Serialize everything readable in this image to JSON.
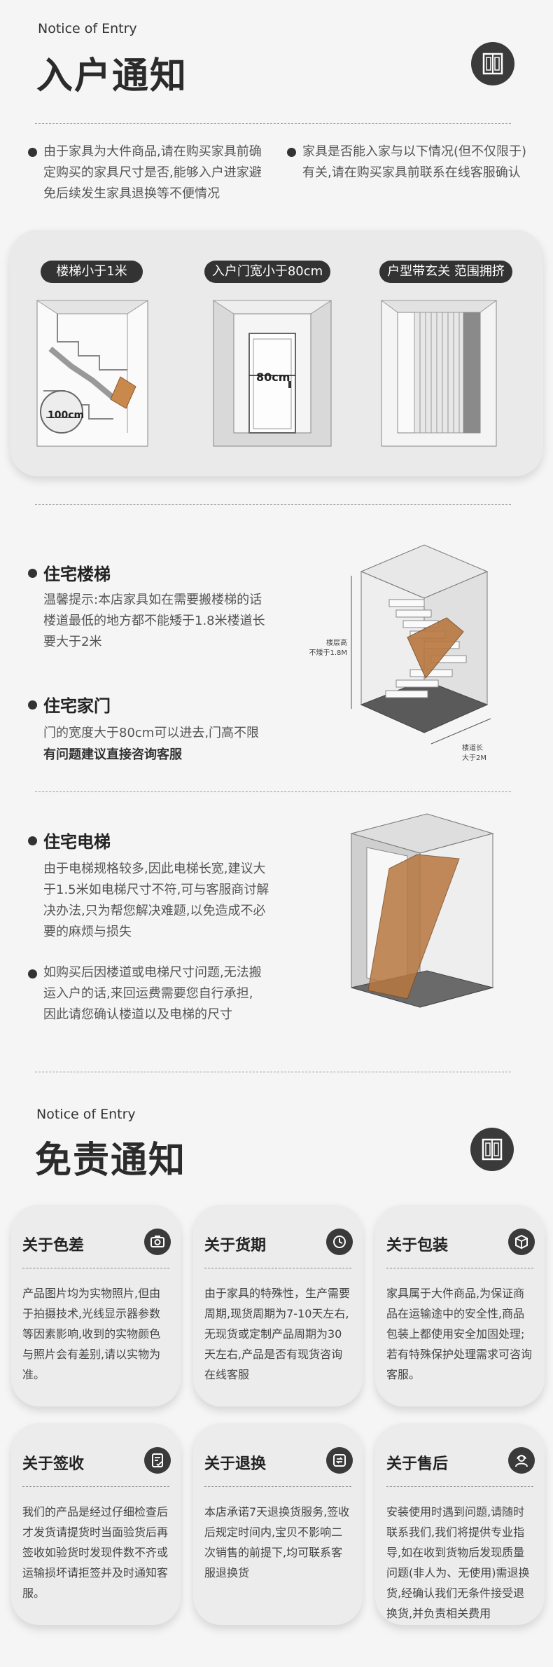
{
  "entry": {
    "eyebrow": "Notice of Entry",
    "title": "入户通知",
    "bullet_left": "由于家具为大件商品,请在购买家具前确定购买的家具尺寸是否,能够入户进家避免后续发生家具退换等不便情况",
    "bullet_right": "家具是否能入家与以下情况(但不仅限于)有关,请在购买家具前联系在线客服确认",
    "cases": [
      {
        "label": "楼梯小于1米",
        "measure": "100cm"
      },
      {
        "label": "入户门宽小于80cm",
        "measure": "80cm"
      },
      {
        "label": "户型带玄关 范围拥挤"
      }
    ]
  },
  "stairs": {
    "heading": "住宅楼梯",
    "text": "温馨提示:本店家具如在需要搬楼梯的话楼道最低的地方都不能矮于1.8米楼道长要大于2米",
    "annotation_height": "楼层高\n不矮于1.8M",
    "annotation_length": "楼道长\n大于2M"
  },
  "door": {
    "heading": "住宅家门",
    "text": "门的宽度大于80cm可以进去,门高不限",
    "bold": "有问题建议直接咨询客服"
  },
  "elevator": {
    "heading": "住宅电梯",
    "text": "由于电梯规格较多,因此电梯长宽,建议大于1.5米如电梯尺寸不符,可与客服商讨解决办法,只为帮您解决难题,以免造成不必要的麻烦与损失",
    "bullet": "如购买后因楼道或电梯尺寸问题,无法搬运入户的话,来回运费需要您自行承担,因此请您确认楼道以及电梯的尺寸"
  },
  "disclaimer": {
    "eyebrow": "Notice of Entry",
    "title": "免责通知",
    "cards": [
      {
        "title": "关于色差",
        "icon": "camera-icon",
        "text": "产品图片均为实物照片,但由于拍摄技术,光线显示器参数等因素影响,收到的实物颜色与照片会有差别,请以实物为准。"
      },
      {
        "title": "关于货期",
        "icon": "clock-icon",
        "text": "由于家具的特殊性，生产需要周期,现货周期为7-10天左右,无现货或定制产品周期为30天左右,产品是否有现货咨询在线客服"
      },
      {
        "title": "关于包装",
        "icon": "box-icon",
        "text": "家具属于大件商品,为保证商品在运输途中的安全性,商品包装上都使用安全加固处理;若有特殊保护处理需求可咨询客服。"
      },
      {
        "title": "关于签收",
        "icon": "checklist-icon",
        "text": "我们的产品是经过仔细检查后才发货请提货时当面验货后再签收如验货时发现件数不齐或运输损坏请拒签并及时通知客服。"
      },
      {
        "title": "关于退换",
        "icon": "return-icon",
        "text": "本店承诺7天退换货服务,签收后规定时间内,宝贝不影响二次销售的前提下,均可联系客服退换货"
      },
      {
        "title": "关于售后",
        "icon": "headset-icon",
        "text": "安装使用时遇到问题,请随时联系我们,我们将提供专业指导,如在收到货物后发现质量问题(非人为、无使用)需退换货,经确认我们无条件接受退换货,并负责相关费用"
      }
    ]
  }
}
